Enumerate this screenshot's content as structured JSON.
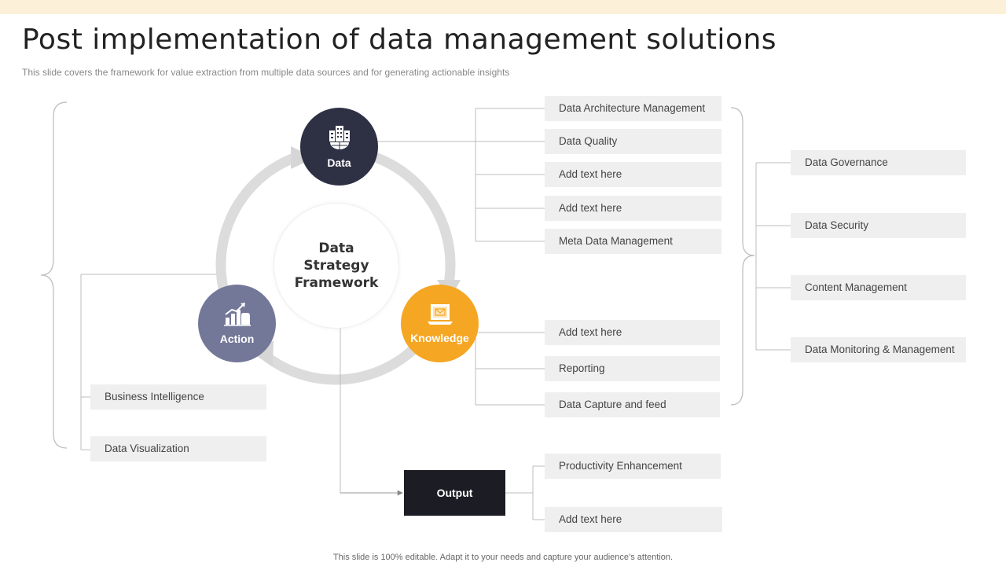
{
  "header": {
    "title": "Post implementation of data management solutions",
    "subtitle": "This slide covers the framework for value extraction from multiple data sources and for generating actionable insights"
  },
  "center": {
    "label": "Data Strategy Framework"
  },
  "nodes": {
    "data": {
      "label": "Data",
      "color": "#2e3044",
      "icon": "building-globe-icon"
    },
    "knowledge": {
      "label": "Knowledge",
      "color": "#f5a623",
      "icon": "laptop-mail-icon"
    },
    "action": {
      "label": "Action",
      "color": "#737898",
      "icon": "growth-chart-hand-icon"
    }
  },
  "output": {
    "label": "Output"
  },
  "data_items": [
    "Data Architecture Management",
    "Data Quality",
    "Add text here",
    "Add text here",
    "Meta Data Management"
  ],
  "knowledge_items": [
    "Add text here",
    "Reporting",
    "Data Capture and feed"
  ],
  "action_items": [
    "Business Intelligence",
    "Data Visualization"
  ],
  "output_items": [
    "Productivity Enhancement",
    "Add text here"
  ],
  "right_items": [
    "Data Governance",
    "Data Security",
    "Content Management",
    "Data Monitoring & Management"
  ],
  "footer": "This slide is 100% editable. Adapt it to your needs and capture your audience’s attention."
}
